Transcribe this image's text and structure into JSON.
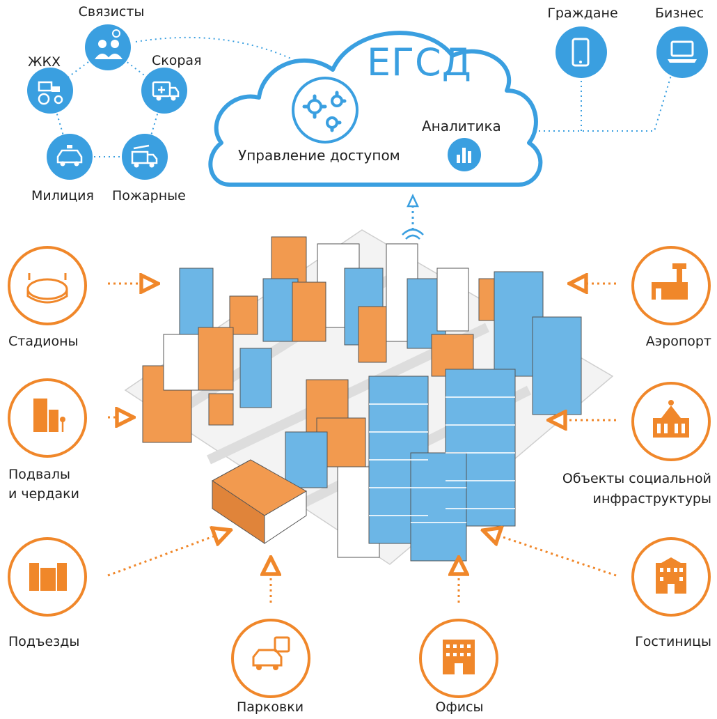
{
  "cloud": {
    "title": "ЕГСД",
    "access_label": "Управление доступом",
    "analytics_label": "Аналитика"
  },
  "services": {
    "svyazisty": "Связисты",
    "zhkh": "ЖКХ",
    "skoraya": "Скорая",
    "militsiya": "Милиция",
    "pozharnye": "Пожарные"
  },
  "consumers": {
    "grazhdane": "Граждане",
    "biznes": "Бизнес"
  },
  "objects": {
    "stadiony": "Стадионы",
    "podvaly_line1": "Подвалы",
    "podvaly_line2": "и чердаки",
    "podezdy": "Подъезды",
    "parkovki": "Парковки",
    "ofisy": "Офисы",
    "gostinitsy": "Гостиницы",
    "social_line1": "Объекты социальной",
    "social_line2": "инфраструктуры",
    "aeroport": "Аэропорт"
  },
  "icons": {
    "svyazisty": "people-icon",
    "zhkh": "tractor-icon",
    "skoraya": "ambulance-icon",
    "militsiya": "police-car-icon",
    "pozharnye": "fire-truck-icon",
    "grazhdane": "smartphone-icon",
    "biznes": "laptop-icon",
    "access": "gears-icon",
    "analytics": "bar-chart-icon",
    "stadiony": "stadium-icon",
    "podvaly": "building-icon",
    "podezdy": "apartment-icon",
    "parkovki": "parking-car-icon",
    "ofisy": "office-icon",
    "gostinitsy": "hotel-icon",
    "social": "public-building-icon",
    "aeroport": "airport-icon"
  },
  "colors": {
    "blue": "#3a9fe0",
    "orange": "#f0872a",
    "building_blue": "#6cb6e6",
    "building_orange": "#f29a4f"
  }
}
